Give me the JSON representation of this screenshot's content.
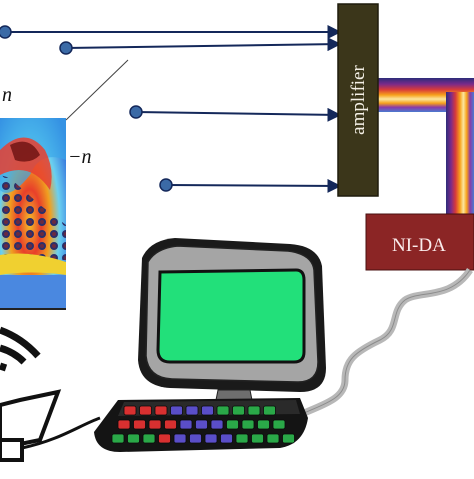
{
  "diagram": {
    "amplifier_label": "amplifier",
    "daq_label": "NI-DA",
    "left_symbol_top": "n",
    "left_symbol_mid": "−n",
    "colors": {
      "wire": "#14285a",
      "node_fill": "#3b6aa6",
      "amplifier_fill": "#3b361a",
      "daq_fill": "#8b2525",
      "screen_green": "#22e07a",
      "monitor_gray": "#a5a5a5",
      "cable_gray": "#b8b8b8"
    }
  }
}
